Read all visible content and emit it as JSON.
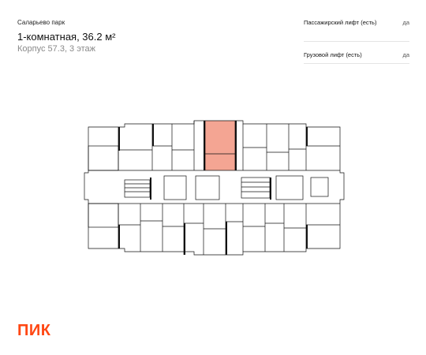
{
  "header": {
    "project": "Саларьево парк",
    "title": "1-комнатная, 36.2 м²",
    "subtitle": "Корпус 57.3, 3 этаж"
  },
  "features": [
    {
      "label": "Пассажирский лифт (есть)",
      "value": "да"
    },
    {
      "label": "Грузовой лифт (есть)",
      "value": "да"
    }
  ],
  "plan": {
    "highlight_color": "#f4a593",
    "wall_color": "#111111"
  },
  "logo": {
    "text": "ПИК",
    "color": "#ff4713"
  }
}
